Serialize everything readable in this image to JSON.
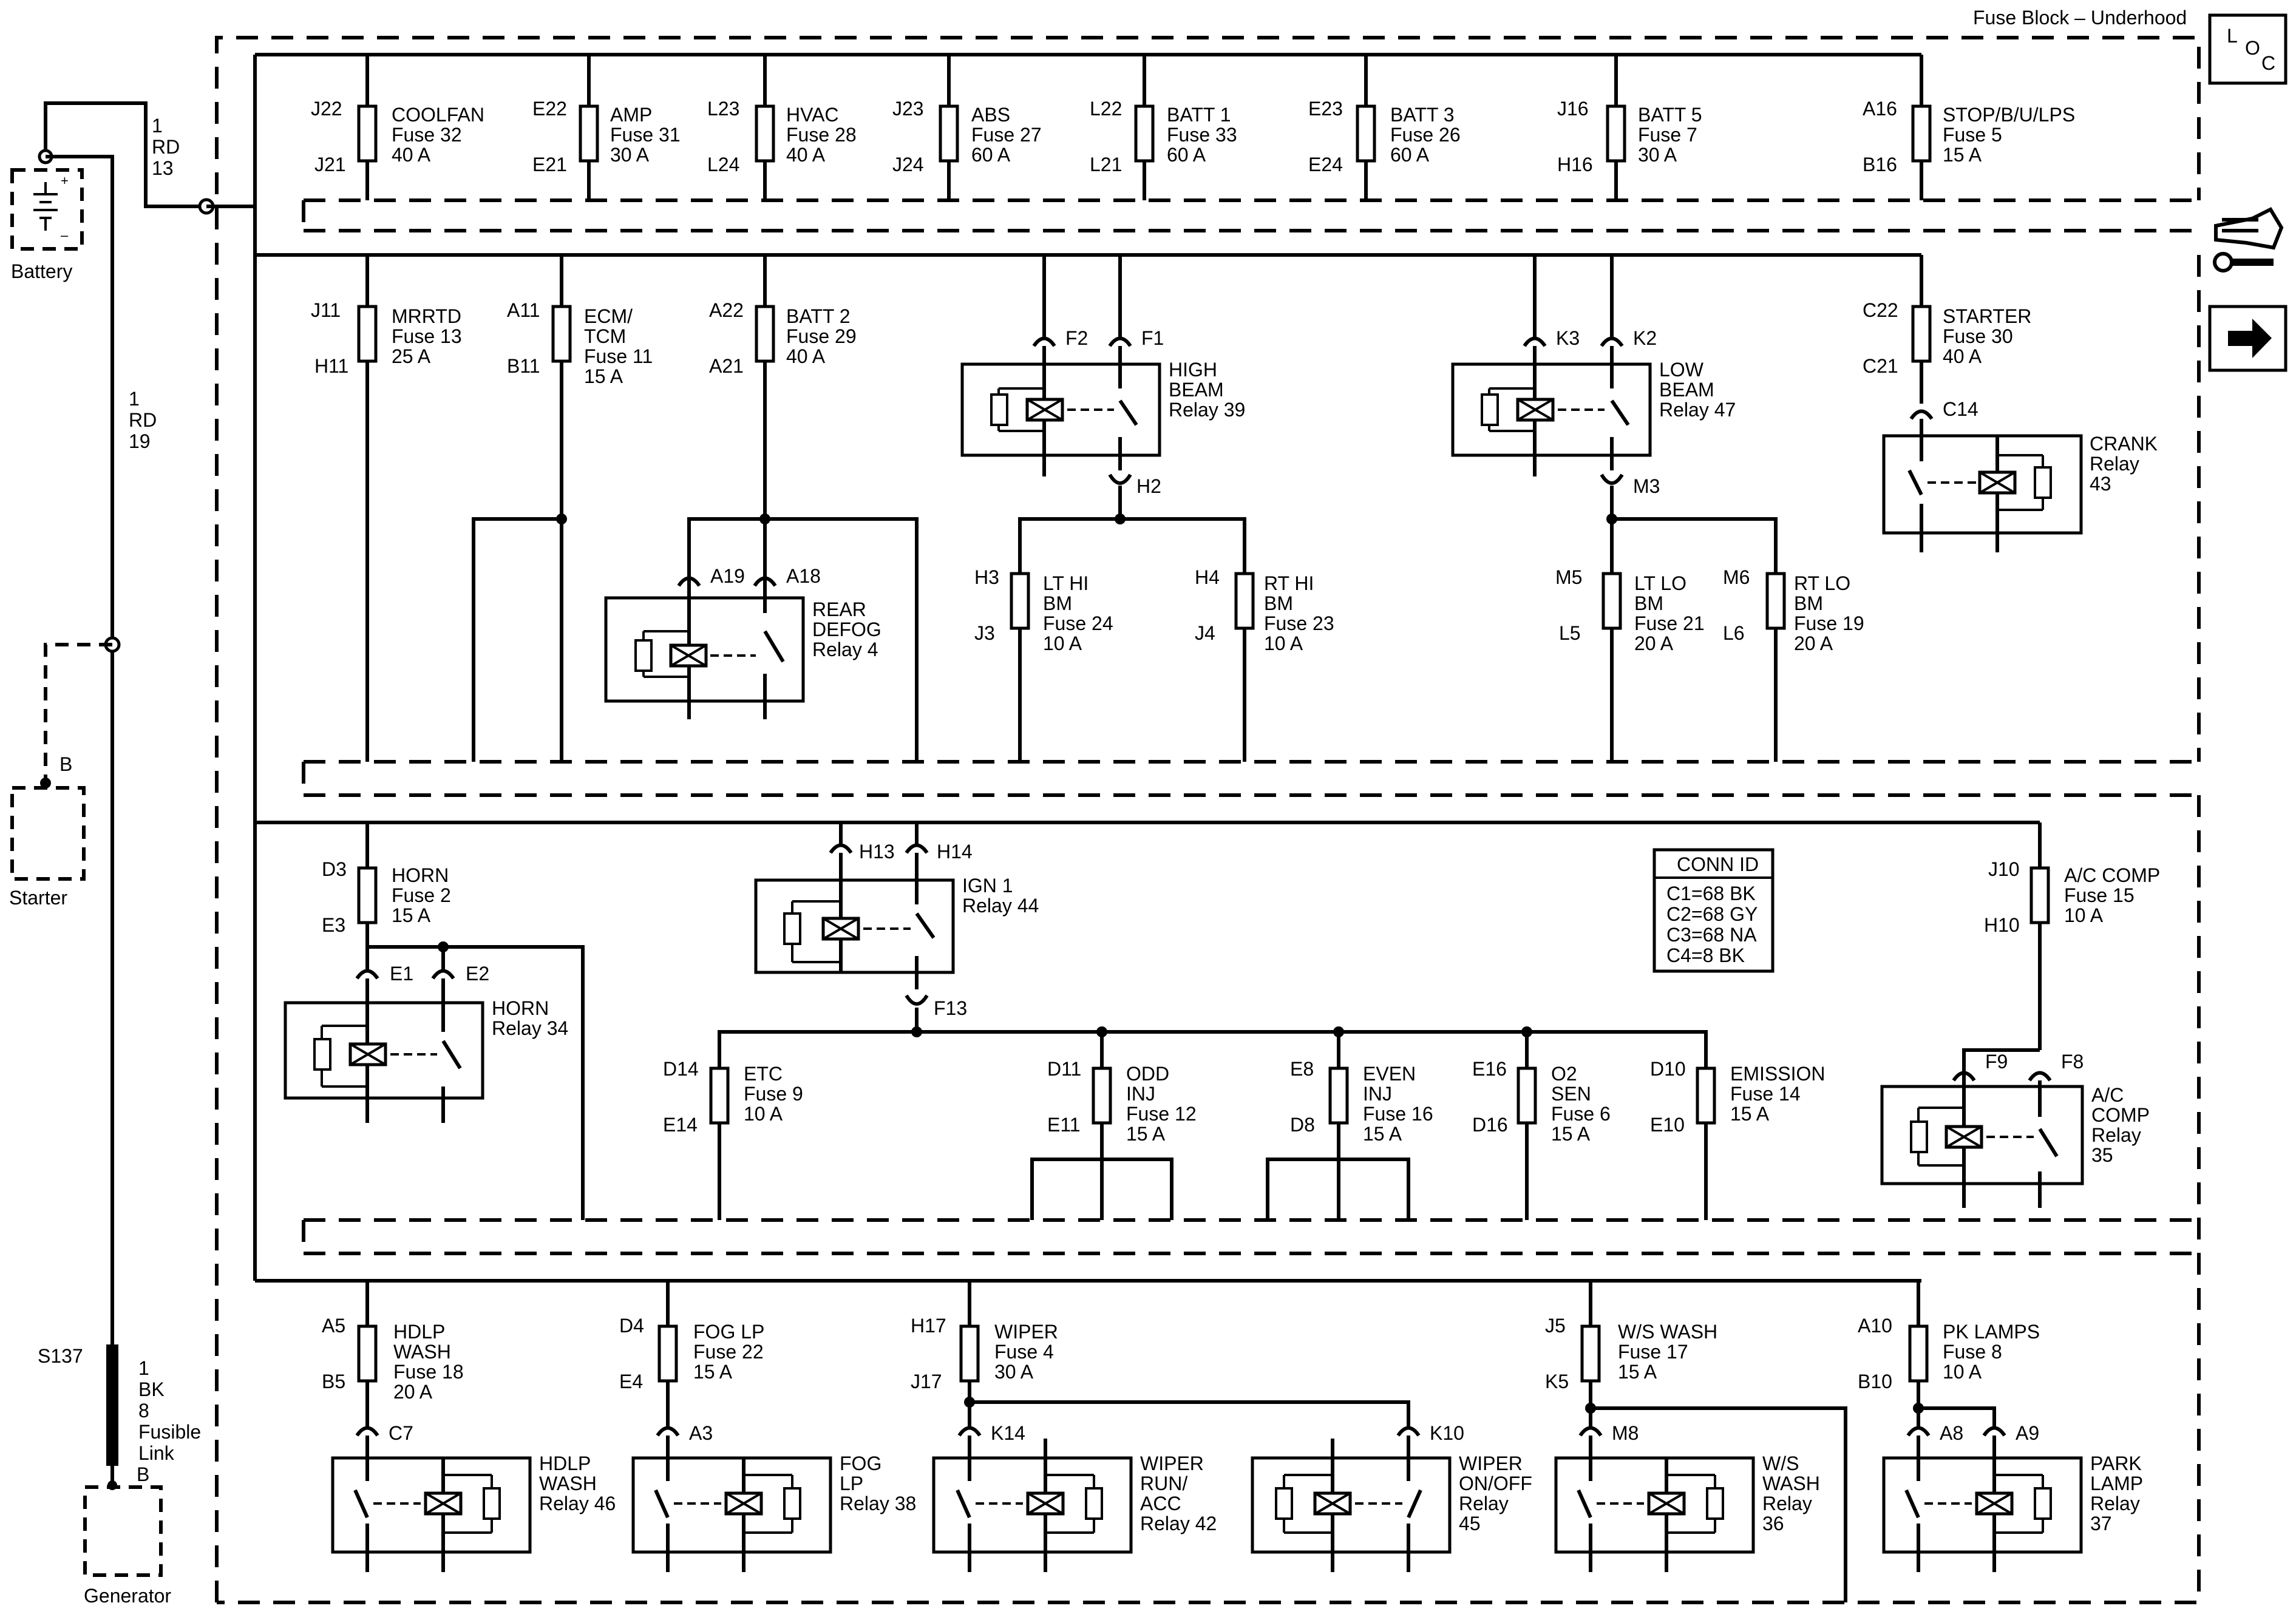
{
  "title": "Fuse Block – Underhood",
  "icons": {
    "loc": "L O C",
    "connector_tool": "connector-wrench-icon",
    "arrow": "right-arrow-icon"
  },
  "battery": {
    "label": "Battery",
    "wire_gauge": "1",
    "wire_color": "RD",
    "wire_circuit": "13"
  },
  "feed_wire": {
    "gauge": "1",
    "color": "RD",
    "circuit": "19"
  },
  "starter": {
    "label": "Starter",
    "term": "B"
  },
  "generator": {
    "label": "Generator",
    "term": "B",
    "splice": "S137",
    "link": [
      "1",
      "BK",
      "8",
      "Fusible",
      "Link"
    ]
  },
  "fuses_row1": [
    {
      "top": "J22",
      "bottom": "J21",
      "name": "COOLFAN",
      "fuse": "Fuse 32",
      "amp": "40 A"
    },
    {
      "top": "E22",
      "bottom": "E21",
      "name": "AMP",
      "fuse": "Fuse 31",
      "amp": "30 A"
    },
    {
      "top": "L23",
      "bottom": "L24",
      "name": "HVAC",
      "fuse": "Fuse 28",
      "amp": "40 A"
    },
    {
      "top": "J23",
      "bottom": "J24",
      "name": "ABS",
      "fuse": "Fuse 27",
      "amp": "60 A"
    },
    {
      "top": "L22",
      "bottom": "L21",
      "name": "BATT 1",
      "fuse": "Fuse 33",
      "amp": "60 A"
    },
    {
      "top": "E23",
      "bottom": "E24",
      "name": "BATT 3",
      "fuse": "Fuse 26",
      "amp": "60 A"
    },
    {
      "top": "J16",
      "bottom": "H16",
      "name": "BATT 5",
      "fuse": "Fuse 7",
      "amp": "30 A"
    },
    {
      "top": "A16",
      "bottom": "B16",
      "name": "STOP/B/U/LPS",
      "fuse": "Fuse 5",
      "amp": "15 A"
    }
  ],
  "fuses_row2": [
    {
      "top": "J11",
      "bottom": "H11",
      "name": "MRRTD",
      "fuse": "Fuse 13",
      "amp": "25 A"
    },
    {
      "top": "A11",
      "bottom": "B11",
      "name": "ECM/",
      "name2": "TCM",
      "fuse": "Fuse 11",
      "amp": "15 A"
    },
    {
      "top": "A22",
      "bottom": "A21",
      "name": "BATT 2",
      "fuse": "Fuse 29",
      "amp": "40 A"
    },
    {
      "top": "C22",
      "bottom": "C21",
      "name": "STARTER",
      "fuse": "Fuse 30",
      "amp": "40 A"
    }
  ],
  "fuses_beam": [
    {
      "top": "H3",
      "bottom": "J3",
      "name": "LT HI",
      "name2": "BM",
      "fuse": "Fuse 24",
      "amp": "10 A"
    },
    {
      "top": "H4",
      "bottom": "J4",
      "name": "RT HI",
      "name2": "BM",
      "fuse": "Fuse 23",
      "amp": "10 A"
    },
    {
      "top": "M5",
      "bottom": "L5",
      "name": "LT LO",
      "name2": "BM",
      "fuse": "Fuse 21",
      "amp": "20 A"
    },
    {
      "top": "M6",
      "bottom": "L6",
      "name": "RT LO",
      "name2": "BM",
      "fuse": "Fuse 19",
      "amp": "20 A"
    }
  ],
  "fuses_row3": [
    {
      "top": "D3",
      "bottom": "E3",
      "name": "HORN",
      "fuse": "Fuse 2",
      "amp": "15 A"
    },
    {
      "top": "J10",
      "bottom": "H10",
      "name": "A/C COMP",
      "fuse": "Fuse 15",
      "amp": "10 A"
    },
    {
      "top": "D14",
      "bottom": "E14",
      "name": "ETC",
      "fuse": "Fuse 9",
      "amp": "10 A"
    },
    {
      "top": "D11",
      "bottom": "E11",
      "name": "ODD",
      "name2": "INJ",
      "fuse": "Fuse 12",
      "amp": "15 A"
    },
    {
      "top": "E8",
      "bottom": "D8",
      "name": "EVEN",
      "name2": "INJ",
      "fuse": "Fuse 16",
      "amp": "15 A"
    },
    {
      "top": "E16",
      "bottom": "D16",
      "name": "O2",
      "name2": "SEN",
      "fuse": "Fuse 6",
      "amp": "15 A"
    },
    {
      "top": "D10",
      "bottom": "E10",
      "name": "EMISSION",
      "fuse": "Fuse 14",
      "amp": "15 A"
    }
  ],
  "fuses_row4": [
    {
      "top": "A5",
      "bottom": "B5",
      "name": "HDLP",
      "name2": "WASH",
      "fuse": "Fuse 18",
      "amp": "20 A"
    },
    {
      "top": "D4",
      "bottom": "E4",
      "name": "FOG LP",
      "fuse": "Fuse 22",
      "amp": "15 A"
    },
    {
      "top": "H17",
      "bottom": "J17",
      "name": "WIPER",
      "fuse": "Fuse 4",
      "amp": "30 A"
    },
    {
      "top": "J5",
      "bottom": "K5",
      "name": "W/S WASH",
      "fuse": "Fuse 17",
      "amp": "15 A"
    },
    {
      "top": "A10",
      "bottom": "B10",
      "name": "PK LAMPS",
      "fuse": "Fuse 8",
      "amp": "10 A"
    }
  ],
  "relays": {
    "high_beam": {
      "pins": [
        "F2",
        "F1",
        "H2"
      ],
      "lines": [
        "HIGH",
        "BEAM",
        "Relay 39"
      ]
    },
    "low_beam": {
      "pins": [
        "K3",
        "K2",
        "M3"
      ],
      "lines": [
        "LOW",
        "BEAM",
        "Relay 47"
      ]
    },
    "crank": {
      "pins": [
        "C14"
      ],
      "lines": [
        "CRANK",
        "Relay",
        "43"
      ]
    },
    "rear_defog": {
      "pins": [
        "A19",
        "A18"
      ],
      "lines": [
        "REAR",
        "DEFOG",
        "Relay 4"
      ]
    },
    "ign1": {
      "pins": [
        "H13",
        "H14",
        "F13"
      ],
      "lines": [
        "IGN 1",
        "Relay 44"
      ]
    },
    "horn": {
      "pins": [
        "E1",
        "E2"
      ],
      "lines": [
        "HORN",
        "Relay 34"
      ]
    },
    "ac_comp": {
      "pins": [
        "F9",
        "F8"
      ],
      "lines": [
        "A/C",
        "COMP",
        "Relay",
        "35"
      ]
    },
    "hdlp_wash": {
      "pins": [
        "C7"
      ],
      "lines": [
        "HDLP",
        "WASH",
        "Relay 46"
      ]
    },
    "fog_lp": {
      "pins": [
        "A3"
      ],
      "lines": [
        "FOG",
        "LP",
        "Relay 38"
      ]
    },
    "wiper_run": {
      "pins": [
        "K14"
      ],
      "lines": [
        "WIPER",
        "RUN/",
        "ACC",
        "Relay 42"
      ]
    },
    "wiper_onoff": {
      "pins": [
        "K10"
      ],
      "lines": [
        "WIPER",
        "ON/OFF",
        "Relay",
        "45"
      ]
    },
    "ws_wash": {
      "pins": [
        "M8"
      ],
      "lines": [
        "W/S",
        "WASH",
        "Relay",
        "36"
      ]
    },
    "park_lamp": {
      "pins": [
        "A8",
        "A9"
      ],
      "lines": [
        "PARK",
        "LAMP",
        "Relay",
        "37"
      ]
    }
  },
  "conn_id": {
    "title": "CONN ID",
    "rows": [
      "C1=68 BK",
      "C2=68 GY",
      "C3=68 NA",
      "C4=8 BK"
    ]
  }
}
